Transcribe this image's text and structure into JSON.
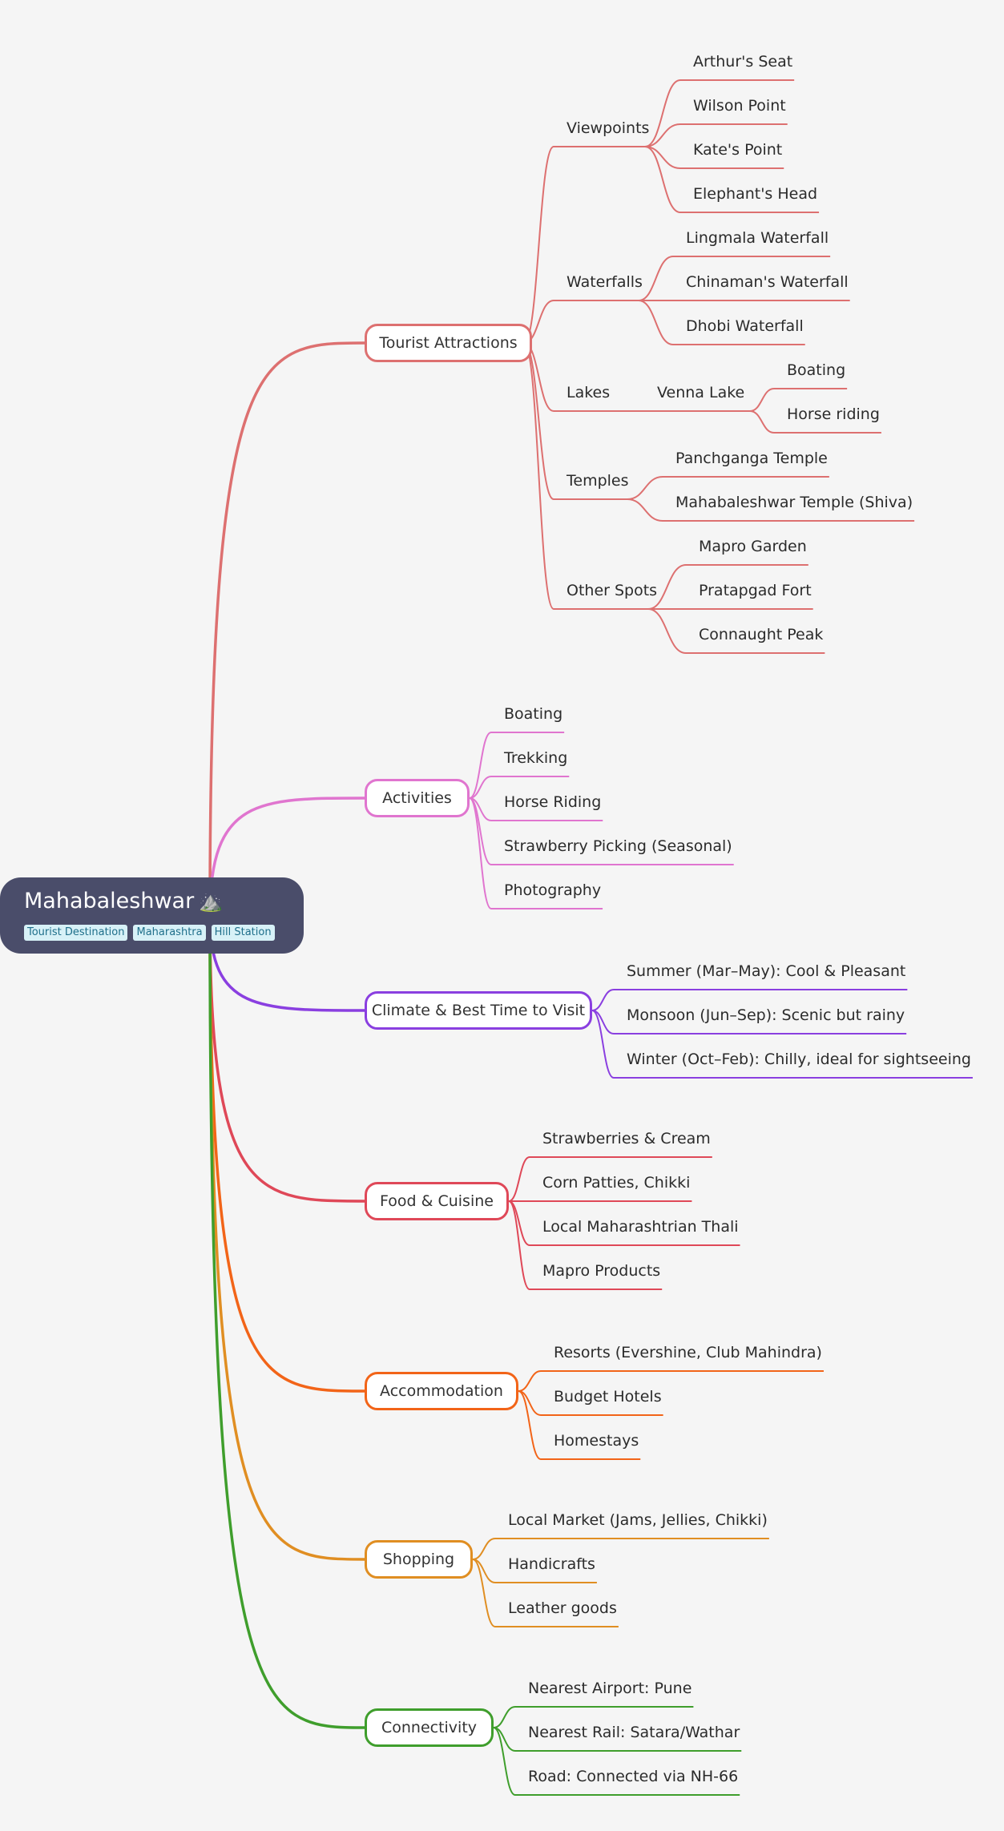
{
  "root": {
    "title": "Mahabaleshwar",
    "icon": "mountain-icon",
    "tags": [
      "Tourist Destination",
      "Maharashtra",
      "Hill Station"
    ]
  },
  "colors": {
    "tourist": "#dd7070",
    "activities": "#e075cf",
    "climate": "#8a3fe0",
    "food": "#df4858",
    "accommodation": "#f26418",
    "shopping": "#e08e22",
    "connectivity": "#3f9e2c"
  },
  "branches": {
    "tourist": {
      "label": "Tourist Attractions",
      "viewpoints": {
        "label": "Viewpoints",
        "items": [
          "Arthur's Seat",
          "Wilson Point",
          "Kate's Point",
          "Elephant's Head"
        ]
      },
      "waterfalls": {
        "label": "Waterfalls",
        "items": [
          "Lingmala Waterfall",
          "Chinaman's Waterfall",
          "Dhobi Waterfall"
        ]
      },
      "lakes": {
        "label": "Lakes",
        "venna": {
          "label": "Venna Lake",
          "items": [
            "Boating",
            "Horse riding"
          ]
        }
      },
      "temples": {
        "label": "Temples",
        "items": [
          "Panchganga Temple",
          "Mahabaleshwar Temple (Shiva)"
        ]
      },
      "other": {
        "label": "Other Spots",
        "items": [
          "Mapro Garden",
          "Pratapgad Fort",
          "Connaught Peak"
        ]
      }
    },
    "activities": {
      "label": "Activities",
      "items": [
        "Boating",
        "Trekking",
        "Horse Riding",
        "Strawberry Picking (Seasonal)",
        "Photography"
      ]
    },
    "climate": {
      "label": "Climate & Best Time to Visit",
      "items": [
        "Summer (Mar–May): Cool & Pleasant",
        "Monsoon (Jun–Sep): Scenic but rainy",
        "Winter (Oct–Feb): Chilly, ideal for sightseeing"
      ]
    },
    "food": {
      "label": "Food & Cuisine",
      "items": [
        "Strawberries & Cream",
        "Corn Patties, Chikki",
        "Local Maharashtrian Thali",
        "Mapro Products"
      ]
    },
    "accommodation": {
      "label": "Accommodation",
      "items": [
        "Resorts (Evershine, Club Mahindra)",
        "Budget Hotels",
        "Homestays"
      ]
    },
    "shopping": {
      "label": "Shopping",
      "items": [
        "Local Market (Jams, Jellies, Chikki)",
        "Handicrafts",
        "Leather goods"
      ]
    },
    "connectivity": {
      "label": "Connectivity",
      "items": [
        "Nearest Airport: Pune",
        "Nearest Rail: Satara/Wathar",
        "Road: Connected via NH-66"
      ]
    }
  }
}
